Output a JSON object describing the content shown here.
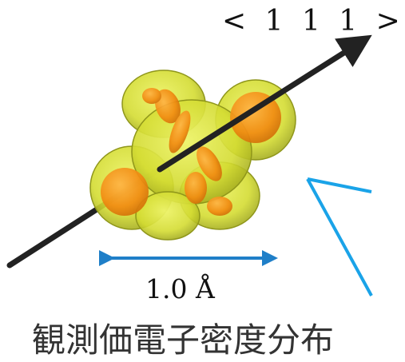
{
  "axis_label": "< 1 1 1 >",
  "scale_label": "1.0 Å",
  "caption": "観測価電子密度分布",
  "colors": {
    "axis_arrow": "#222222",
    "isosurface_outer": "#d8e23a",
    "isosurface_core": "#f59a1c",
    "scale_arrow": "#1f7fc8",
    "callout_line": "#1aa3e8"
  }
}
